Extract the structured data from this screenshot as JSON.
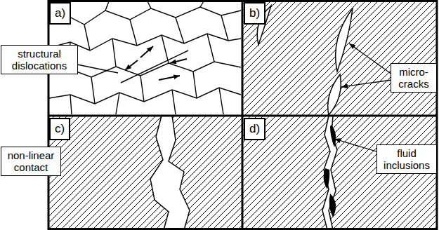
{
  "diagram": {
    "nodes": [
      {
        "text": [
          "a)"
        ]
      },
      {
        "text": [
          "structural dislocations"
        ]
      },
      {
        "text": [
          "b)"
        ]
      },
      {
        "text": [
          "micro- cracks"
        ]
      },
      {
        "text": [
          "c)"
        ]
      },
      {
        "text": [
          "non-linear contact"
        ]
      },
      {
        "text": [
          "d)"
        ]
      },
      {
        "text": [
          "fluid inclusions"
        ]
      }
    ]
  }
}
